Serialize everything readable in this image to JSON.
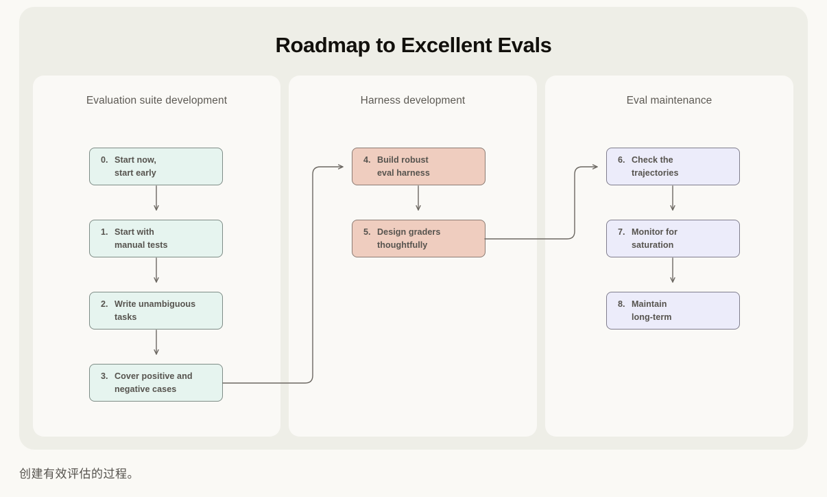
{
  "title": "Roadmap to Excellent Evals",
  "caption": "创建有效评估的过程。",
  "colors": {
    "page_background": "#faf9f5",
    "card_background": "#eeeee7",
    "panel_background": "#faf9f6",
    "green_fill": "#e6f4ef",
    "green_border": "#7e8c86",
    "pink_fill": "#efcdbf",
    "pink_border": "#8b7b73",
    "lavender_fill": "#ececfa",
    "lavender_border": "#7f7d8d",
    "title_color": "#12100c",
    "header_color": "#5d5a54",
    "node_text_color": "#56534e",
    "connector_color": "#6b6761"
  },
  "columns": [
    {
      "header": "Evaluation suite development",
      "nodes": [
        {
          "num": "0.",
          "label": "Start now,\nstart early"
        },
        {
          "num": "1.",
          "label": "Start with\nmanual tests"
        },
        {
          "num": "2.",
          "label": "Write unambiguous\ntasks"
        },
        {
          "num": "3.",
          "label": "Cover positive and\nnegative cases"
        }
      ]
    },
    {
      "header": "Harness development",
      "nodes": [
        {
          "num": "4.",
          "label": "Build robust\neval harness"
        },
        {
          "num": "5.",
          "label": "Design graders\nthoughtfully"
        }
      ]
    },
    {
      "header": "Eval maintenance",
      "nodes": [
        {
          "num": "6.",
          "label": "Check the\ntrajectories"
        },
        {
          "num": "7.",
          "label": "Monitor for\nsaturation"
        },
        {
          "num": "8.",
          "label": "Maintain\nlong-term"
        }
      ]
    }
  ],
  "connections": [
    {
      "from": "0",
      "to": "1",
      "kind": "vertical-arrow"
    },
    {
      "from": "1",
      "to": "2",
      "kind": "vertical-arrow"
    },
    {
      "from": "2",
      "to": "3",
      "kind": "vertical-arrow"
    },
    {
      "from": "3",
      "to": "4",
      "kind": "elbow-arrow"
    },
    {
      "from": "4",
      "to": "5",
      "kind": "vertical-arrow"
    },
    {
      "from": "5",
      "to": "6",
      "kind": "elbow-arrow"
    },
    {
      "from": "6",
      "to": "7",
      "kind": "vertical-arrow"
    },
    {
      "from": "7",
      "to": "8",
      "kind": "vertical-arrow"
    }
  ]
}
